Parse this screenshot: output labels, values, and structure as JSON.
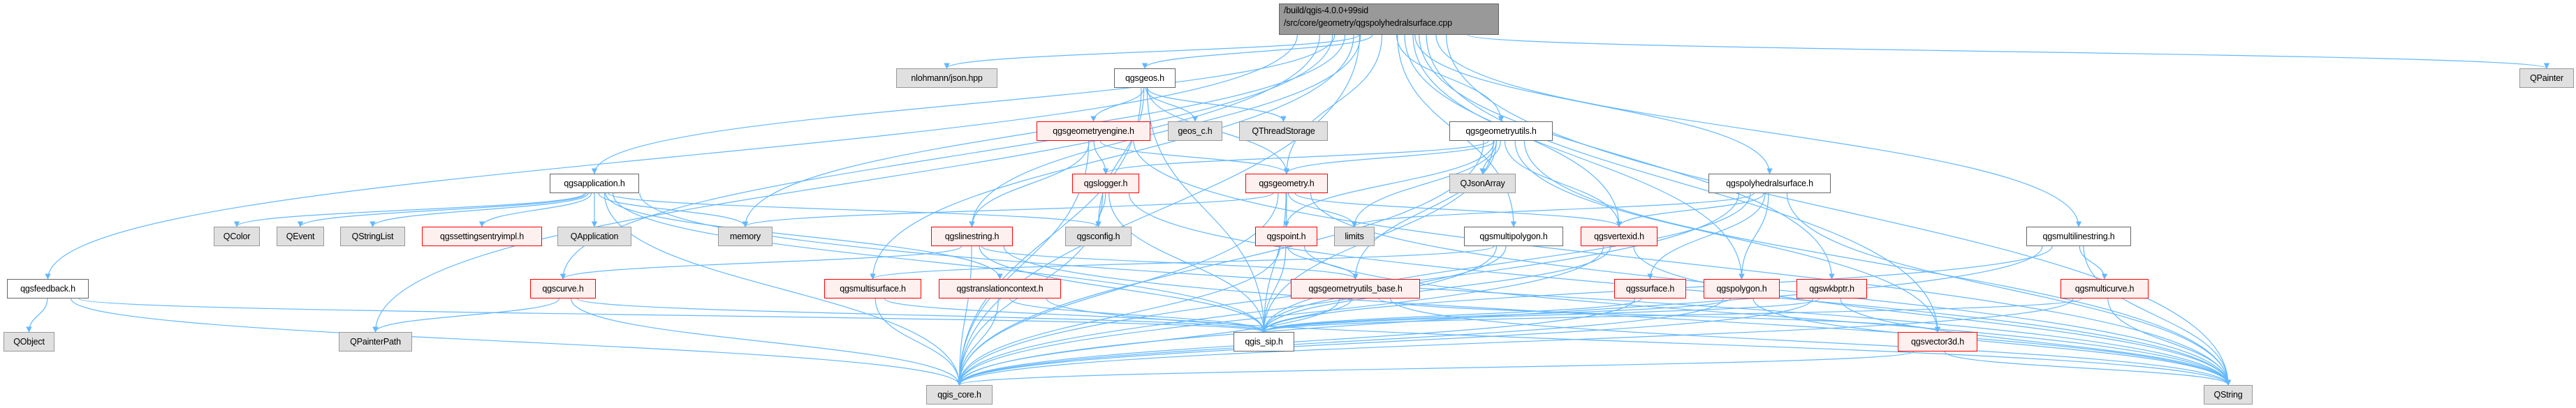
{
  "root": {
    "line1": "/build/qgis-4.0.0+99sid",
    "line2": "/src/core/geometry/qgspolyhedralsurface.cpp"
  },
  "colors": {
    "edge": "#63b8ff",
    "incomplete_border": "#ff0000",
    "external_fill": "#e0e0e0",
    "root_fill": "#999999"
  },
  "nodes": [
    {
      "id": "nlohmann",
      "label": "nlohmann/json.hpp",
      "kind": "external"
    },
    {
      "id": "qgsgeos",
      "label": "qgsgeos.h",
      "kind": "documented"
    },
    {
      "id": "QPainter",
      "label": "QPainter",
      "kind": "external"
    },
    {
      "id": "qgsgeometryengine",
      "label": "qgsgeometryengine.h",
      "kind": "incomplete"
    },
    {
      "id": "geos_c",
      "label": "geos_c.h",
      "kind": "external"
    },
    {
      "id": "QThreadStorage",
      "label": "QThreadStorage",
      "kind": "external"
    },
    {
      "id": "qgsgeometryutils",
      "label": "qgsgeometryutils.h",
      "kind": "documented"
    },
    {
      "id": "qgsapplication",
      "label": "qgsapplication.h",
      "kind": "documented"
    },
    {
      "id": "qgslogger",
      "label": "qgslogger.h",
      "kind": "incomplete"
    },
    {
      "id": "qgsgeometry",
      "label": "qgsgeometry.h",
      "kind": "incomplete"
    },
    {
      "id": "QJsonArray",
      "label": "QJsonArray",
      "kind": "external"
    },
    {
      "id": "qgspolyhedralsurface",
      "label": "qgspolyhedralsurface.h",
      "kind": "documented"
    },
    {
      "id": "QColor",
      "label": "QColor",
      "kind": "external"
    },
    {
      "id": "QEvent",
      "label": "QEvent",
      "kind": "external"
    },
    {
      "id": "QStringList",
      "label": "QStringList",
      "kind": "external"
    },
    {
      "id": "qgssettingsentryimpl",
      "label": "qgssettingsentryimpl.h",
      "kind": "incomplete"
    },
    {
      "id": "QApplication",
      "label": "QApplication",
      "kind": "external"
    },
    {
      "id": "memory",
      "label": "memory",
      "kind": "external"
    },
    {
      "id": "qgslinestring",
      "label": "qgslinestring.h",
      "kind": "incomplete"
    },
    {
      "id": "qgsconfig",
      "label": "qgsconfig.h",
      "kind": "external"
    },
    {
      "id": "qgspoint",
      "label": "qgspoint.h",
      "kind": "incomplete"
    },
    {
      "id": "limits",
      "label": "limits",
      "kind": "external"
    },
    {
      "id": "qgsmultipolygon",
      "label": "qgsmultipolygon.h",
      "kind": "documented"
    },
    {
      "id": "qgsvertexid",
      "label": "qgsvertexid.h",
      "kind": "incomplete"
    },
    {
      "id": "qgsmultilinestring",
      "label": "qgsmultilinestring.h",
      "kind": "documented"
    },
    {
      "id": "qgsfeedback",
      "label": "qgsfeedback.h",
      "kind": "documented"
    },
    {
      "id": "qgscurve",
      "label": "qgscurve.h",
      "kind": "incomplete"
    },
    {
      "id": "qgsmultisurface",
      "label": "qgsmultisurface.h",
      "kind": "incomplete"
    },
    {
      "id": "qgstranslationcontext",
      "label": "qgstranslationcontext.h",
      "kind": "incomplete"
    },
    {
      "id": "qgsgeometryutils_base",
      "label": "qgsgeometryutils_base.h",
      "kind": "incomplete"
    },
    {
      "id": "qgssurface",
      "label": "qgssurface.h",
      "kind": "incomplete"
    },
    {
      "id": "qgspolygon",
      "label": "qgspolygon.h",
      "kind": "incomplete"
    },
    {
      "id": "qgswkbptr",
      "label": "qgswkbptr.h",
      "kind": "incomplete"
    },
    {
      "id": "qgsmulticurve",
      "label": "qgsmulticurve.h",
      "kind": "incomplete"
    },
    {
      "id": "QObject",
      "label": "QObject",
      "kind": "external"
    },
    {
      "id": "QPainterPath",
      "label": "QPainterPath",
      "kind": "external"
    },
    {
      "id": "qgis_sip",
      "label": "qgis_sip.h",
      "kind": "documented"
    },
    {
      "id": "qgsvector3d",
      "label": "qgsvector3d.h",
      "kind": "incomplete"
    },
    {
      "id": "qgis_core",
      "label": "qgis_core.h",
      "kind": "external"
    },
    {
      "id": "QString",
      "label": "QString",
      "kind": "external"
    }
  ],
  "edges": [
    [
      "root",
      "qgsfeedback"
    ],
    [
      "root",
      "QPainterPath"
    ],
    [
      "root",
      "qgscurve"
    ],
    [
      "root",
      "qgsapplication"
    ],
    [
      "root",
      "memory"
    ],
    [
      "root",
      "nlohmann"
    ],
    [
      "root",
      "qgsgeos"
    ],
    [
      "root",
      "qgslinestring"
    ],
    [
      "root",
      "qgsmultisurface"
    ],
    [
      "root",
      "qgsgeometry"
    ],
    [
      "root",
      "qgsgeometryutils"
    ],
    [
      "root",
      "qgsmultipolygon"
    ],
    [
      "root",
      "qgsvertexid"
    ],
    [
      "root",
      "qgspolyhedralsurface"
    ],
    [
      "root",
      "qgspolygon"
    ],
    [
      "root",
      "qgswkbptr"
    ],
    [
      "root",
      "qgsmultilinestring"
    ],
    [
      "root",
      "qgsvector3d"
    ],
    [
      "root",
      "QString"
    ],
    [
      "root",
      "QPainter"
    ],
    [
      "root",
      "qgis_core"
    ],
    [
      "qgsgeos",
      "qgsgeometryengine"
    ],
    [
      "qgsgeos",
      "geos_c"
    ],
    [
      "qgsgeos",
      "QThreadStorage"
    ],
    [
      "qgsgeos",
      "qgsgeometry"
    ],
    [
      "qgsgeos",
      "qgsconfig"
    ],
    [
      "qgsgeos",
      "qgis_core"
    ],
    [
      "qgsgeos",
      "qgis_sip"
    ],
    [
      "qgsgeometryengine",
      "qgslogger"
    ],
    [
      "qgsgeometryengine",
      "qgsgeometry"
    ],
    [
      "qgsgeometryengine",
      "qgslinestring"
    ],
    [
      "qgsgeometryengine",
      "qgis_core"
    ],
    [
      "qgsgeometryengine",
      "QString"
    ],
    [
      "qgsapplication",
      "QColor"
    ],
    [
      "qgsapplication",
      "QEvent"
    ],
    [
      "qgsapplication",
      "QStringList"
    ],
    [
      "qgsapplication",
      "qgssettingsentryimpl"
    ],
    [
      "qgsapplication",
      "QApplication"
    ],
    [
      "qgsapplication",
      "memory"
    ],
    [
      "qgsapplication",
      "qgis_core"
    ],
    [
      "qgsapplication",
      "qgsconfig"
    ],
    [
      "qgsapplication",
      "qgstranslationcontext"
    ],
    [
      "qgsapplication",
      "qgis_sip"
    ],
    [
      "qgsapplication",
      "QString"
    ],
    [
      "qgsgeometryutils",
      "qgsgeometry"
    ],
    [
      "qgsgeometryutils",
      "QJsonArray"
    ],
    [
      "qgsgeometryutils",
      "qgspoint"
    ],
    [
      "qgsgeometryutils",
      "qgsvertexid"
    ],
    [
      "qgsgeometryutils",
      "qgsgeometryutils_base"
    ],
    [
      "qgsgeometryutils",
      "limits"
    ],
    [
      "qgsgeometryutils",
      "qgis_core"
    ],
    [
      "qgsgeometryutils",
      "qgis_sip"
    ],
    [
      "qgsgeometryutils",
      "QString"
    ],
    [
      "qgsgeometryutils",
      "qgslogger"
    ],
    [
      "qgsgeometryutils",
      "qgsvector3d"
    ],
    [
      "qgslogger",
      "qgsconfig"
    ],
    [
      "qgslogger",
      "qgis_sip"
    ],
    [
      "qgslogger",
      "QString"
    ],
    [
      "qgslogger",
      "qgis_core"
    ],
    [
      "qgsgeometry",
      "memory"
    ],
    [
      "qgsgeometry",
      "qgspoint"
    ],
    [
      "qgsgeometry",
      "limits"
    ],
    [
      "qgsgeometry",
      "qgsvertexid"
    ],
    [
      "qgsgeometry",
      "qgis_core"
    ],
    [
      "qgsgeometry",
      "qgis_sip"
    ],
    [
      "qgsgeometry",
      "QString"
    ],
    [
      "qgslinestring",
      "qgscurve"
    ],
    [
      "qgslinestring",
      "qgis_core"
    ],
    [
      "qgslinestring",
      "qgis_sip"
    ],
    [
      "qgslinestring",
      "qgsgeometryutils_base"
    ],
    [
      "qgslinestring",
      "QString"
    ],
    [
      "qgspoint",
      "qgsgeometryutils_base"
    ],
    [
      "qgspoint",
      "qgis_sip"
    ],
    [
      "qgspoint",
      "qgis_core"
    ],
    [
      "qgspoint",
      "QString"
    ],
    [
      "qgsmultipolygon",
      "qgsmultisurface"
    ],
    [
      "qgsmultipolygon",
      "qgis_core"
    ],
    [
      "qgsmultipolygon",
      "qgis_sip"
    ],
    [
      "qgsvertexid",
      "qgis_core"
    ],
    [
      "qgsvertexid",
      "qgis_sip"
    ],
    [
      "qgsvertexid",
      "QString"
    ],
    [
      "qgspolyhedralsurface",
      "qgssurface"
    ],
    [
      "qgspolyhedralsurface",
      "qgspolygon"
    ],
    [
      "qgspolyhedralsurface",
      "qgsvertexid"
    ],
    [
      "qgspolyhedralsurface",
      "qgis_core"
    ],
    [
      "qgspolyhedralsurface",
      "qgis_sip"
    ],
    [
      "qgspolyhedralsurface",
      "QString"
    ],
    [
      "qgspolyhedralsurface",
      "limits"
    ],
    [
      "qgsmultilinestring",
      "qgsmulticurve"
    ],
    [
      "qgsmultilinestring",
      "qgis_core"
    ],
    [
      "qgsmultilinestring",
      "qgis_sip"
    ],
    [
      "qgsmultilinestring",
      "QString"
    ],
    [
      "qgscurve",
      "QPainterPath"
    ],
    [
      "qgscurve",
      "qgis_core"
    ],
    [
      "qgscurve",
      "qgis_sip"
    ],
    [
      "qgsfeedback",
      "QObject"
    ],
    [
      "qgsfeedback",
      "qgis_core"
    ],
    [
      "qgsfeedback",
      "qgis_sip"
    ],
    [
      "qgsmultisurface",
      "qgis_core"
    ],
    [
      "qgsmultisurface",
      "qgis_sip"
    ],
    [
      "qgstranslationcontext",
      "qgis_core"
    ],
    [
      "qgstranslationcontext",
      "qgis_sip"
    ],
    [
      "qgstranslationcontext",
      "QString"
    ],
    [
      "qgsgeometryutils_base",
      "qgis_core"
    ],
    [
      "qgsgeometryutils_base",
      "qgis_sip"
    ],
    [
      "qgsgeometryutils_base",
      "qgsvector3d"
    ],
    [
      "qgsgeometryutils_base",
      "QString"
    ],
    [
      "qgssurface",
      "qgis_core"
    ],
    [
      "qgssurface",
      "qgis_sip"
    ],
    [
      "qgspolygon",
      "qgis_core"
    ],
    [
      "qgspolygon",
      "qgis_sip"
    ],
    [
      "qgspolygon",
      "QString"
    ],
    [
      "qgswkbptr",
      "qgis_core"
    ],
    [
      "qgswkbptr",
      "qgis_sip"
    ],
    [
      "qgswkbptr",
      "QString"
    ],
    [
      "qgsmulticurve",
      "qgis_core"
    ],
    [
      "qgsmulticurve",
      "qgis_sip"
    ],
    [
      "qgsmulticurve",
      "QString"
    ],
    [
      "qgsvector3d",
      "qgis_core"
    ],
    [
      "qgsvector3d",
      "QString"
    ]
  ]
}
